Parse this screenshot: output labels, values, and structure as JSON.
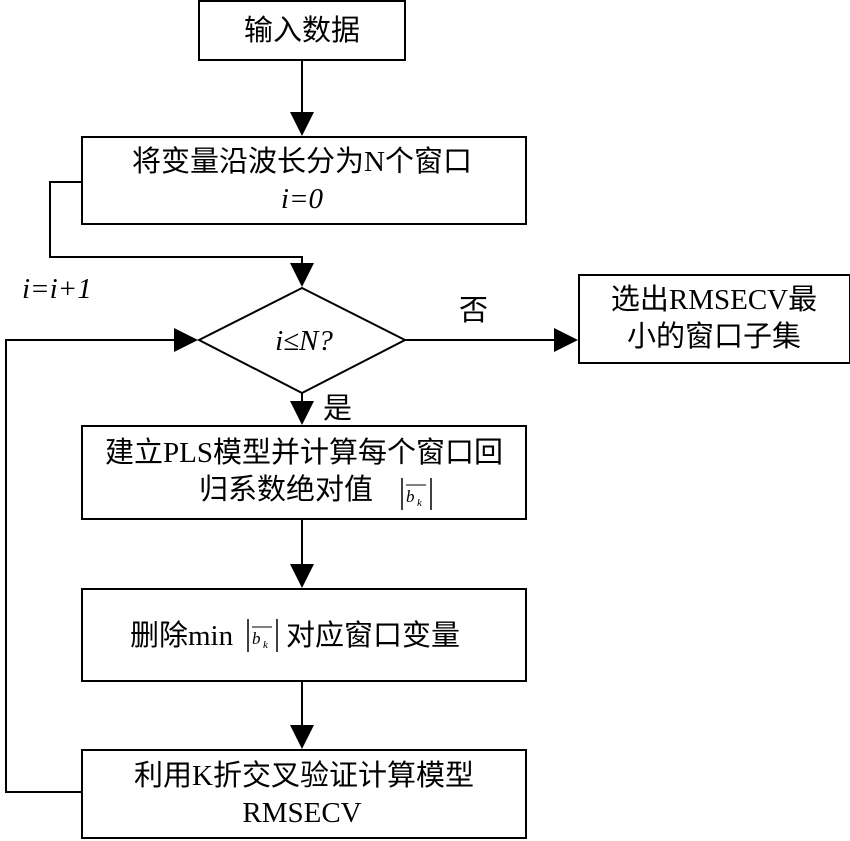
{
  "nodes": {
    "input": {
      "text": "输入数据"
    },
    "split": {
      "line1": "将变量沿波长分为N个窗口",
      "line2": "i=0"
    },
    "decision": {
      "text": "i≤N?"
    },
    "select": {
      "line1": "选出RMSECV最",
      "line2": "小的窗口子集"
    },
    "build": {
      "line1": "建立PLS模型并计算每个窗口回",
      "line2": "归系数绝对值",
      "coef_symbol": "b",
      "coef_subscript": "k"
    },
    "remove": {
      "prefix": "删除min",
      "coef_symbol": "b",
      "coef_subscript": "k",
      "suffix": "对应窗口变量"
    },
    "cv": {
      "line1": "利用K折交叉验证计算模型",
      "line2": "RMSECV"
    }
  },
  "edges": {
    "increment_label": "i=i+1",
    "no_label": "否",
    "yes_label": "是"
  }
}
